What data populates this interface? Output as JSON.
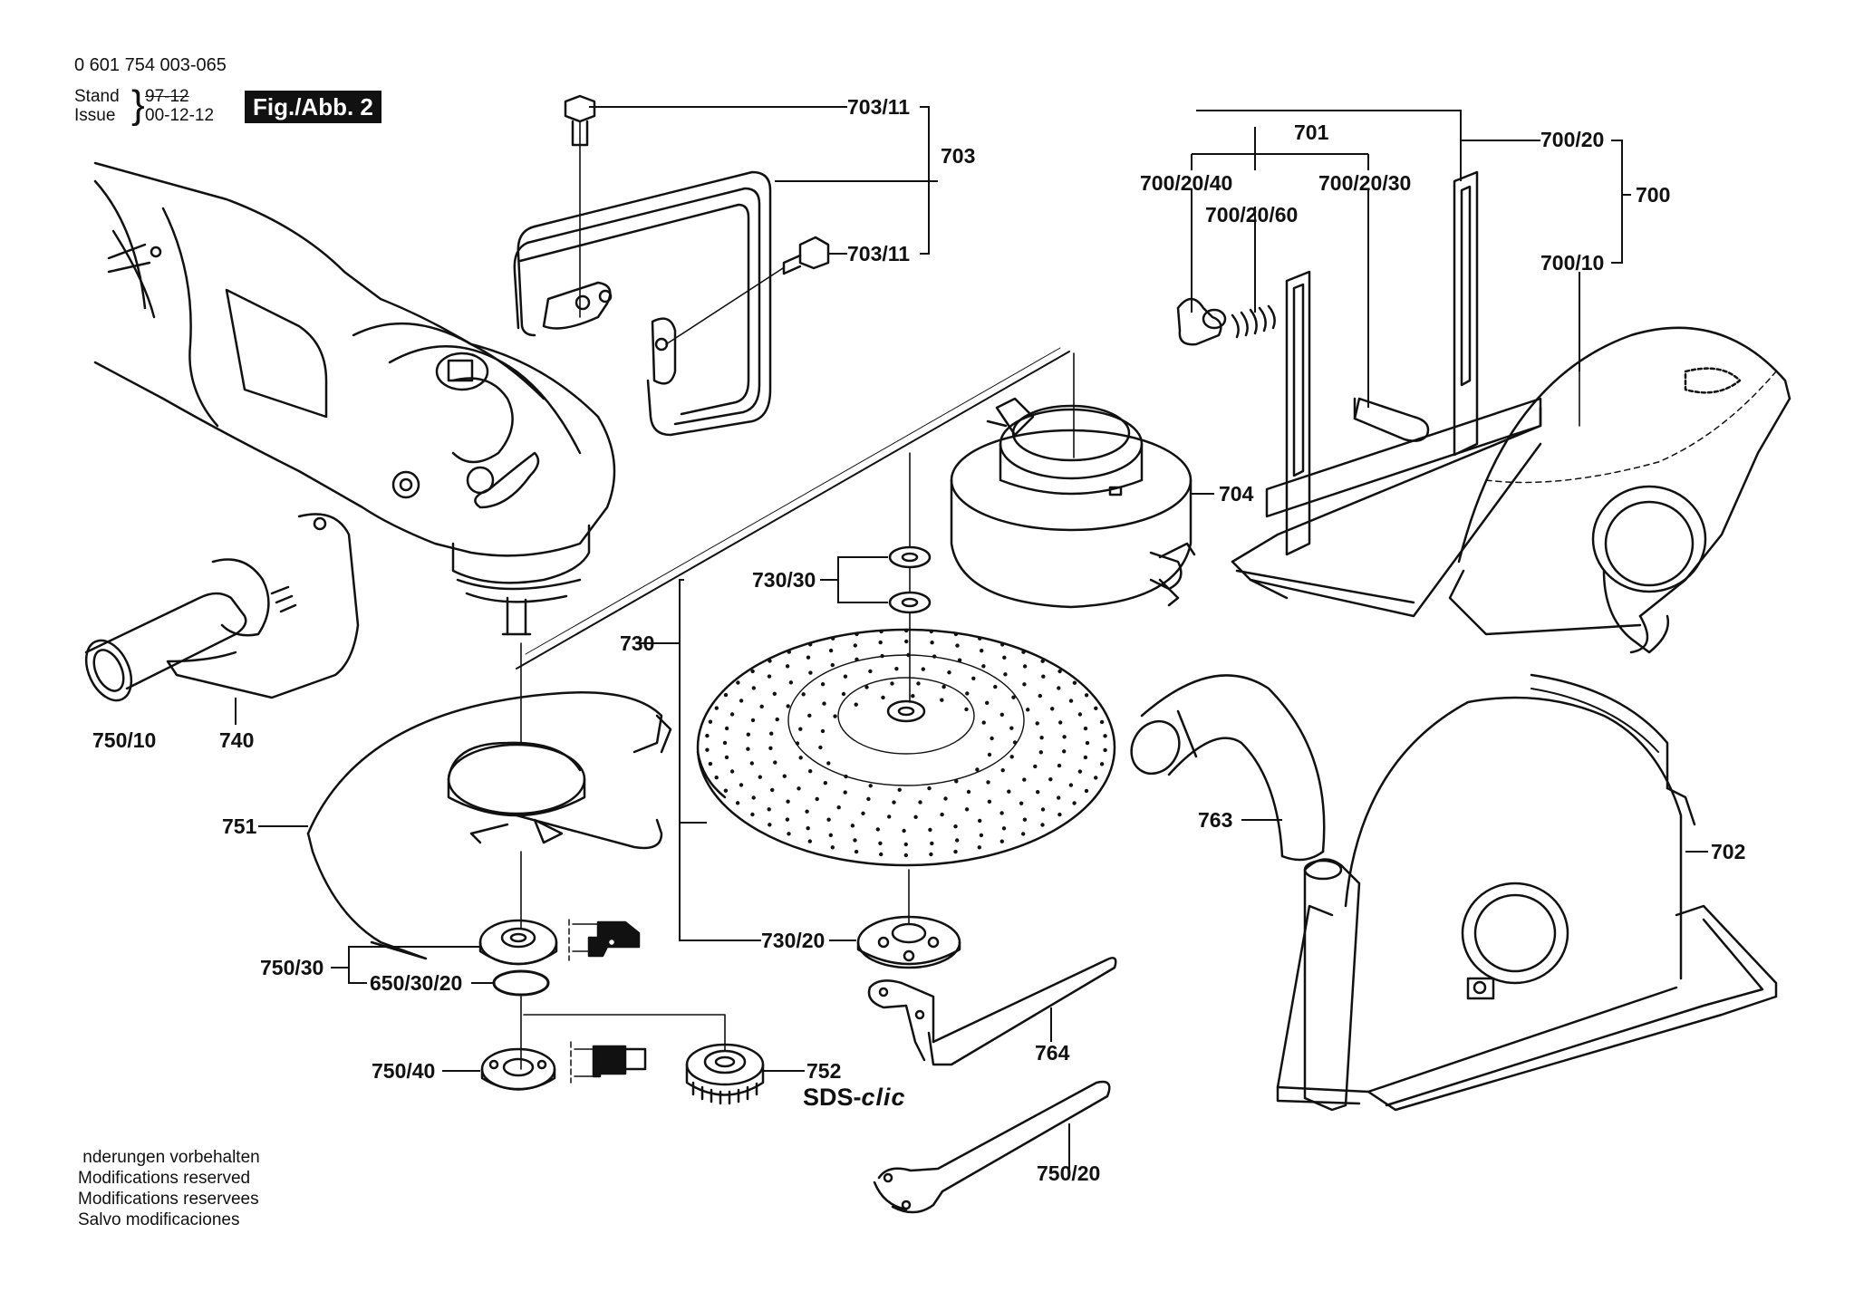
{
  "header": {
    "part_number": "0 601 754 003-065",
    "stand_label": "Stand",
    "issue_label": "Issue",
    "old_date_struck": "97-12",
    "issue_date": "00-12-12",
    "figure_label": "Fig./Abb. 2"
  },
  "callouts": {
    "c703_11_top": "703/11",
    "c703": "703",
    "c703_11_bottom": "703/11",
    "c701": "701",
    "c700_20": "700/20",
    "c700_20_40": "700/20/40",
    "c700_20_30": "700/20/30",
    "c700_20_60": "700/20/60",
    "c700": "700",
    "c700_10": "700/10",
    "c704": "704",
    "c730_30": "730/30",
    "c730": "730",
    "c730_20": "730/20",
    "c750_10": "750/10",
    "c740": "740",
    "c751": "751",
    "c750_30": "750/30",
    "c650_30_20": "650/30/20",
    "c750_40": "750/40",
    "c752": "752",
    "c763": "763",
    "c702": "702",
    "c764": "764",
    "c750_20": "750/20"
  },
  "brand_mark": {
    "prefix": "SDS-",
    "suffix": "clic"
  },
  "disclaimer": [
    " nderungen vorbehalten",
    "Modifications reserved",
    "Modifications reservees",
    "Salvo modificaciones"
  ]
}
